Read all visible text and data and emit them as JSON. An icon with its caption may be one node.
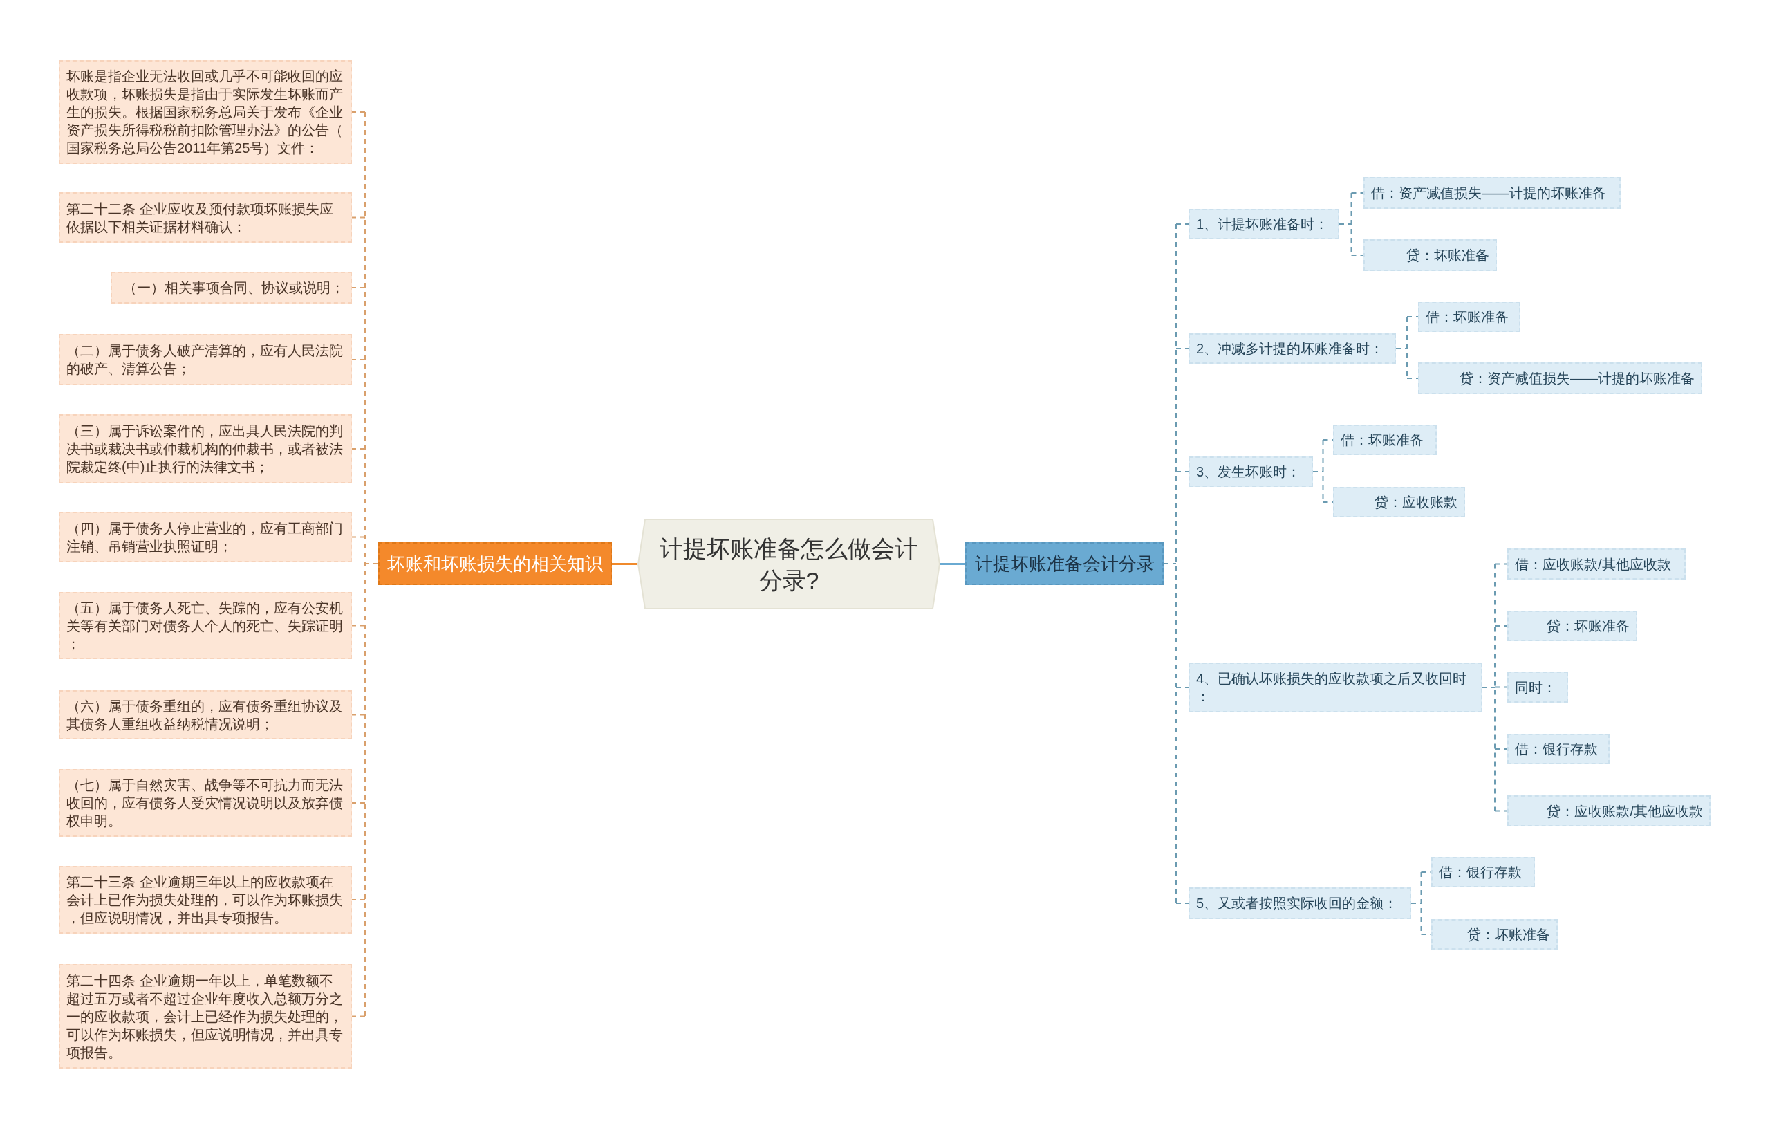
{
  "diagram": {
    "nodes": [
      {
        "text": [
          "计提坏账准备怎么做会计分录?"
        ]
      },
      {
        "text": [
          "坏账和坏账损失的相关知识"
        ]
      },
      {
        "text": [
          "坏账是指企业无法收回或几乎不可能收回的应收款项，坏账损失是指由于实际发生坏账而产生的损失。根据国家税务总局关于发布《企业资产损失所得税税前扣除管理办法》的公告（国家税务总局公告2011年第25号）文件："
        ]
      },
      {
        "text": [
          "第二十二条 企业应收及预付款项坏账损失应依据以下相关证据材料确认："
        ]
      },
      {
        "text": [
          "（一）相关事项合同、协议或说明；"
        ]
      },
      {
        "text": [
          "（二）属于债务人破产清算的，应有人民法院的破产、清算公告；"
        ]
      },
      {
        "text": [
          "（三）属于诉讼案件的，应出具人民法院的判决书或裁决书或仲裁机构的仲裁书，或者被法院裁定终(中)止执行的法律文书；"
        ]
      },
      {
        "text": [
          "（四）属于债务人停止营业的，应有工商部门注销、吊销营业执照证明；"
        ]
      },
      {
        "text": [
          "（五）属于债务人死亡、失踪的，应有公安机关等有关部门对债务人个人的死亡、失踪证明；"
        ]
      },
      {
        "text": [
          "（六）属于债务重组的，应有债务重组协议及其债务人重组收益纳税情况说明；"
        ]
      },
      {
        "text": [
          "（七）属于自然灾害、战争等不可抗力而无法收回的，应有债务人受灾情况说明以及放弃债权申明。"
        ]
      },
      {
        "text": [
          "第二十三条 企业逾期三年以上的应收款项在会计上已作为损失处理的，可以作为坏账损失，但应说明情况，并出具专项报告。"
        ]
      },
      {
        "text": [
          "第二十四条 企业逾期一年以上，单笔数额不超过五万或者不超过企业年度收入总额万分之一的应收款项，会计上已经作为损失处理的，可以作为坏账损失，但应说明情况，并出具专项报告。"
        ]
      },
      {
        "text": [
          "计提坏账准备会计分录"
        ]
      },
      {
        "text": [
          "1、计提坏账准备时："
        ]
      },
      {
        "text": [
          "借：资产减值损失——计提的坏账准备"
        ]
      },
      {
        "text": [
          "贷：坏账准备"
        ]
      },
      {
        "text": [
          "2、冲减多计提的坏账准备时："
        ]
      },
      {
        "text": [
          "借：坏账准备"
        ]
      },
      {
        "text": [
          "贷：资产减值损失——计提的坏账准备"
        ]
      },
      {
        "text": [
          "3、发生坏账时："
        ]
      },
      {
        "text": [
          "借：坏账准备"
        ]
      },
      {
        "text": [
          "贷：应收账款"
        ]
      },
      {
        "text": [
          "4、已确认坏账损失的应收款项之后又收回时："
        ]
      },
      {
        "text": [
          "借：应收账款/其他应收款"
        ]
      },
      {
        "text": [
          "贷：坏账准备"
        ]
      },
      {
        "text": [
          "同时："
        ]
      },
      {
        "text": [
          "借：银行存款"
        ]
      },
      {
        "text": [
          "贷：应收账款/其他应收款"
        ]
      },
      {
        "text": [
          "5、又或者按照实际收回的金额："
        ]
      },
      {
        "text": [
          "借：银行存款"
        ]
      },
      {
        "text": [
          "贷：坏账准备"
        ]
      }
    ],
    "edges": [
      {
        "from": 0,
        "to": 1,
        "arrow": "none",
        "color": "#f08a2c"
      },
      {
        "from": 0,
        "to": 13,
        "arrow": "none",
        "color": "#6aaad2"
      },
      {
        "from": 1,
        "to": 2,
        "arrow": "none",
        "style": "dashed",
        "color": "#d9a06c"
      },
      {
        "from": 1,
        "to": 3,
        "arrow": "none",
        "style": "dashed",
        "color": "#d9a06c"
      },
      {
        "from": 1,
        "to": 4,
        "arrow": "none",
        "style": "dashed",
        "color": "#d9a06c"
      },
      {
        "from": 1,
        "to": 5,
        "arrow": "none",
        "style": "dashed",
        "color": "#d9a06c"
      },
      {
        "from": 1,
        "to": 6,
        "arrow": "none",
        "style": "dashed",
        "color": "#d9a06c"
      },
      {
        "from": 1,
        "to": 7,
        "arrow": "none",
        "style": "dashed",
        "color": "#d9a06c"
      },
      {
        "from": 1,
        "to": 8,
        "arrow": "none",
        "style": "dashed",
        "color": "#d9a06c"
      },
      {
        "from": 1,
        "to": 9,
        "arrow": "none",
        "style": "dashed",
        "color": "#d9a06c"
      },
      {
        "from": 1,
        "to": 10,
        "arrow": "none",
        "style": "dashed",
        "color": "#d9a06c"
      },
      {
        "from": 1,
        "to": 11,
        "arrow": "none",
        "style": "dashed",
        "color": "#d9a06c"
      },
      {
        "from": 1,
        "to": 12,
        "arrow": "none",
        "style": "dashed",
        "color": "#d9a06c"
      },
      {
        "from": 13,
        "to": 14,
        "arrow": "none",
        "style": "dashed"
      },
      {
        "from": 13,
        "to": 17,
        "arrow": "none",
        "style": "dashed"
      },
      {
        "from": 13,
        "to": 20,
        "arrow": "none",
        "style": "dashed"
      },
      {
        "from": 13,
        "to": 23,
        "arrow": "none",
        "style": "dashed"
      },
      {
        "from": 13,
        "to": 29,
        "arrow": "none",
        "style": "dashed"
      },
      {
        "from": 14,
        "to": 15,
        "arrow": "none",
        "style": "dashed"
      },
      {
        "from": 14,
        "to": 16,
        "arrow": "none",
        "style": "dashed"
      },
      {
        "from": 17,
        "to": 18,
        "arrow": "none",
        "style": "dashed"
      },
      {
        "from": 17,
        "to": 19,
        "arrow": "none",
        "style": "dashed"
      },
      {
        "from": 20,
        "to": 21,
        "arrow": "none",
        "style": "dashed"
      },
      {
        "from": 20,
        "to": 22,
        "arrow": "none",
        "style": "dashed"
      },
      {
        "from": 23,
        "to": 24,
        "arrow": "none",
        "style": "dashed"
      },
      {
        "from": 23,
        "to": 25,
        "arrow": "none",
        "style": "dashed"
      },
      {
        "from": 23,
        "to": 26,
        "arrow": "none",
        "style": "dashed"
      },
      {
        "from": 23,
        "to": 27,
        "arrow": "none",
        "style": "dashed"
      },
      {
        "from": 23,
        "to": 28,
        "arrow": "none",
        "style": "dashed"
      },
      {
        "from": 29,
        "to": 30,
        "arrow": "none",
        "style": "dashed"
      },
      {
        "from": 29,
        "to": 31,
        "arrow": "none",
        "style": "dashed"
      }
    ]
  }
}
